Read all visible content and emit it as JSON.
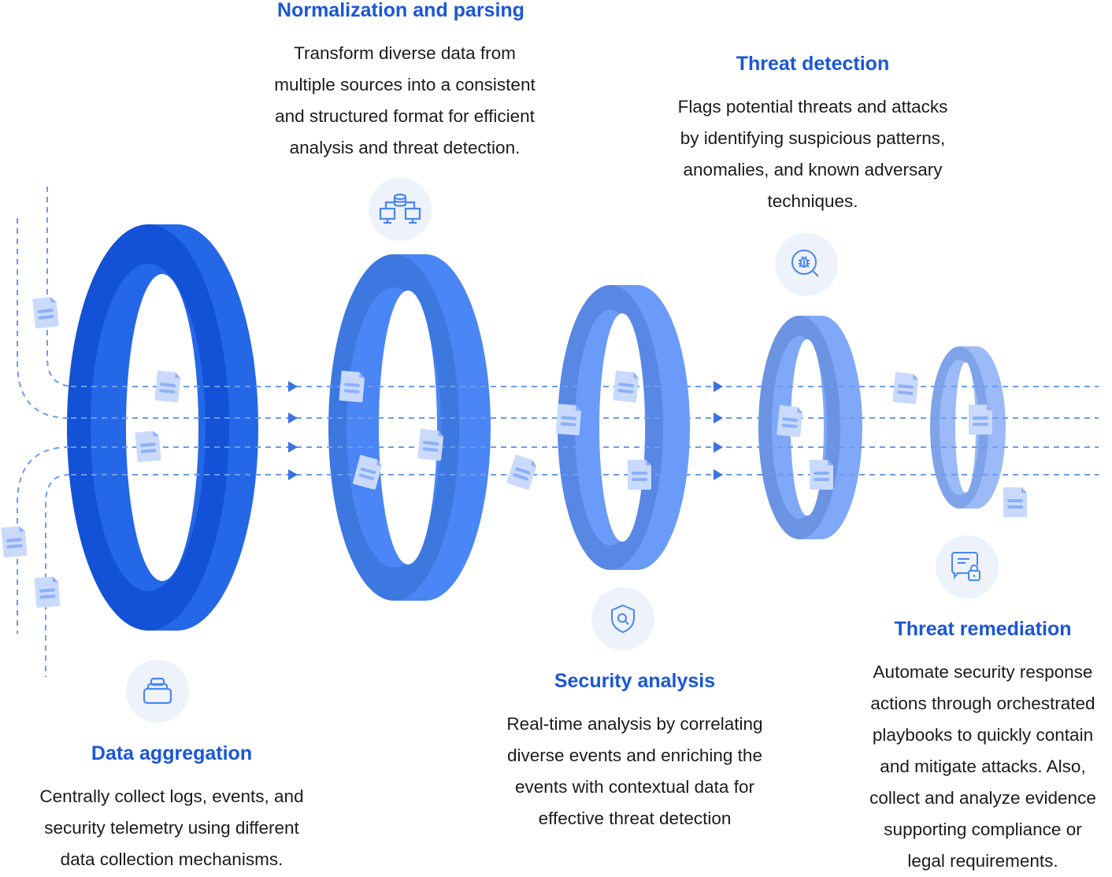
{
  "colors": {
    "heading": "#1a56d6",
    "line": "#6b9bf2",
    "arrow": "#3a72e0",
    "icon_bg": "#eef2fb",
    "icon_stroke": "#4a86f5",
    "document": "#c9dafd",
    "document_lines": "#8cb0f8"
  },
  "stages": [
    {
      "id": "data-aggregation",
      "title": "Data aggregation",
      "icon": "stacked-storage-icon",
      "lines": [
        "Centrally collect logs, events, and",
        "security telemetry using different",
        "data collection mechanisms."
      ]
    },
    {
      "id": "normalization",
      "title": "Normalization and parsing",
      "icon": "database-network-icon",
      "lines": [
        "Transform diverse data from",
        "multiple sources into a consistent",
        "and structured format for efficient",
        "analysis and threat detection."
      ]
    },
    {
      "id": "security-analysis",
      "title": "Security analysis",
      "icon": "shield-search-icon",
      "lines": [
        "Real-time analysis by correlating",
        "diverse events and enriching the",
        "events with contextual data for",
        "effective threat detection"
      ]
    },
    {
      "id": "threat-detection",
      "title": "Threat detection",
      "icon": "bug-search-icon",
      "lines": [
        "Flags potential threats and attacks",
        "by identifying suspicious patterns,",
        "anomalies, and known adversary",
        "techniques."
      ]
    },
    {
      "id": "threat-remediation",
      "title": "Threat remediation",
      "icon": "chat-lock-icon",
      "lines": [
        "Automate security response",
        "actions through orchestrated",
        "playbooks to quickly contain",
        "and mitigate attacks. Also,",
        "collect and analyze evidence",
        "supporting compliance or",
        "legal requirements."
      ]
    }
  ],
  "rings": [
    {
      "front": "#1352d6",
      "side": "#2468e8"
    },
    {
      "front": "#3d78e0",
      "side": "#4a86f5"
    },
    {
      "front": "#5887e4",
      "side": "#6a9bfa"
    },
    {
      "front": "#6a93e2",
      "side": "#80a8f8"
    },
    {
      "front": "#7fa3e8",
      "side": "#9bbaf7"
    }
  ]
}
